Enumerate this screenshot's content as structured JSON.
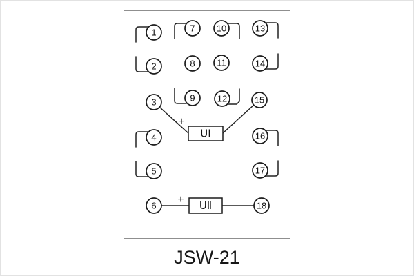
{
  "title": "JSW-21",
  "terminals": [
    {
      "label": "1"
    },
    {
      "label": "2"
    },
    {
      "label": "3"
    },
    {
      "label": "4"
    },
    {
      "label": "5"
    },
    {
      "label": "6"
    },
    {
      "label": "7"
    },
    {
      "label": "8"
    },
    {
      "label": "9"
    },
    {
      "label": "10"
    },
    {
      "label": "11"
    },
    {
      "label": "12"
    },
    {
      "label": "13"
    },
    {
      "label": "14"
    },
    {
      "label": "15"
    },
    {
      "label": "16"
    },
    {
      "label": "17"
    },
    {
      "label": "18"
    }
  ],
  "boxes": {
    "u1": {
      "label": "UⅠ",
      "plus": "+"
    },
    "u2": {
      "label": "UⅡ",
      "plus": "+"
    }
  },
  "colors": {
    "line": "#222222",
    "frame": "#8f8f8f",
    "background": "#ffffff"
  }
}
